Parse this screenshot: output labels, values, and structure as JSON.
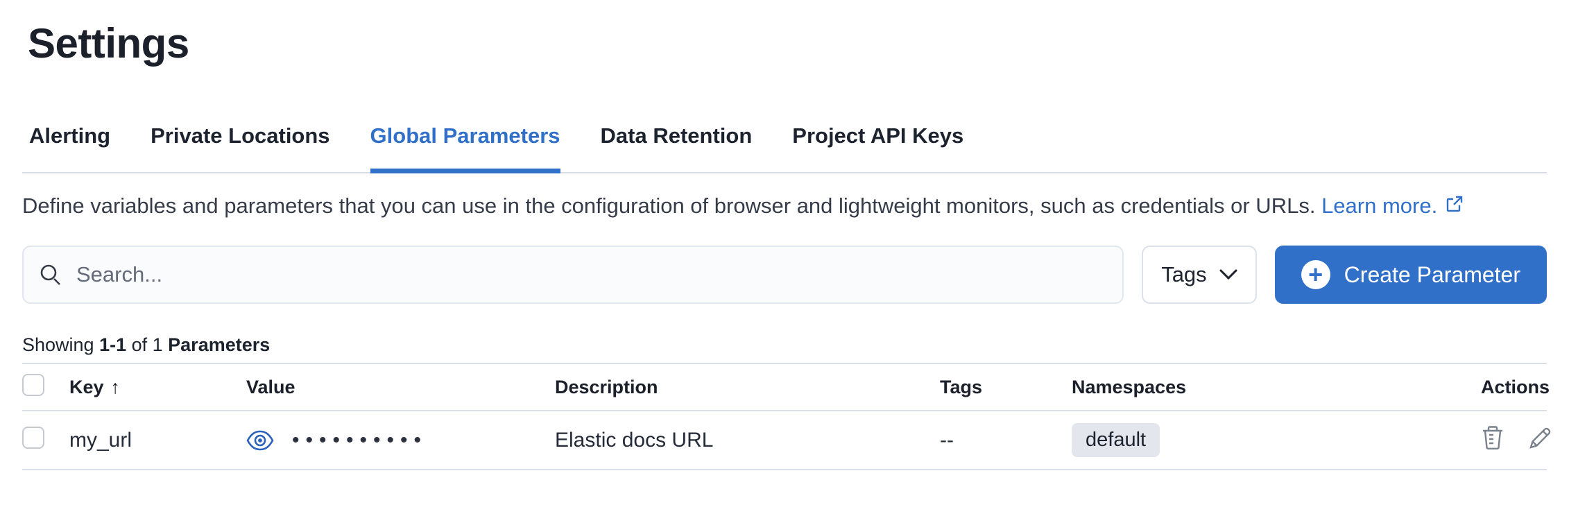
{
  "page": {
    "title": "Settings"
  },
  "tabs": [
    {
      "label": "Alerting",
      "active": false
    },
    {
      "label": "Private Locations",
      "active": false
    },
    {
      "label": "Global Parameters",
      "active": true
    },
    {
      "label": "Data Retention",
      "active": false
    },
    {
      "label": "Project API Keys",
      "active": false
    }
  ],
  "description": {
    "text": "Define variables and parameters that you can use in the configuration of browser and lightweight monitors, such as credentials or URLs.",
    "link_text": "Learn more."
  },
  "toolbar": {
    "search_placeholder": "Search...",
    "tags_label": "Tags",
    "create_label": "Create Parameter"
  },
  "summary": {
    "prefix": "Showing ",
    "range": "1-1",
    "middle": " of 1 ",
    "entity": "Parameters"
  },
  "table": {
    "columns": {
      "key": "Key",
      "value": "Value",
      "description": "Description",
      "tags": "Tags",
      "namespaces": "Namespaces",
      "actions": "Actions"
    },
    "sort_icon": "↑",
    "rows": [
      {
        "key": "my_url",
        "value_masked": "••••••••••",
        "description": "Elastic docs URL",
        "tags": "--",
        "namespace": "default"
      }
    ]
  },
  "icons": {
    "search": "magnifier",
    "external_link": "box-arrow",
    "chevron_down": "v",
    "plus": "+",
    "eye": "reveal-value",
    "trash": "delete",
    "pencil": "edit"
  },
  "colors": {
    "primary_blue": "#3070C8",
    "text_dark": "#1c222e",
    "divider": "#DADFE9",
    "badge_bg": "#E3E6EC",
    "icon_gray": "#7A808C"
  }
}
